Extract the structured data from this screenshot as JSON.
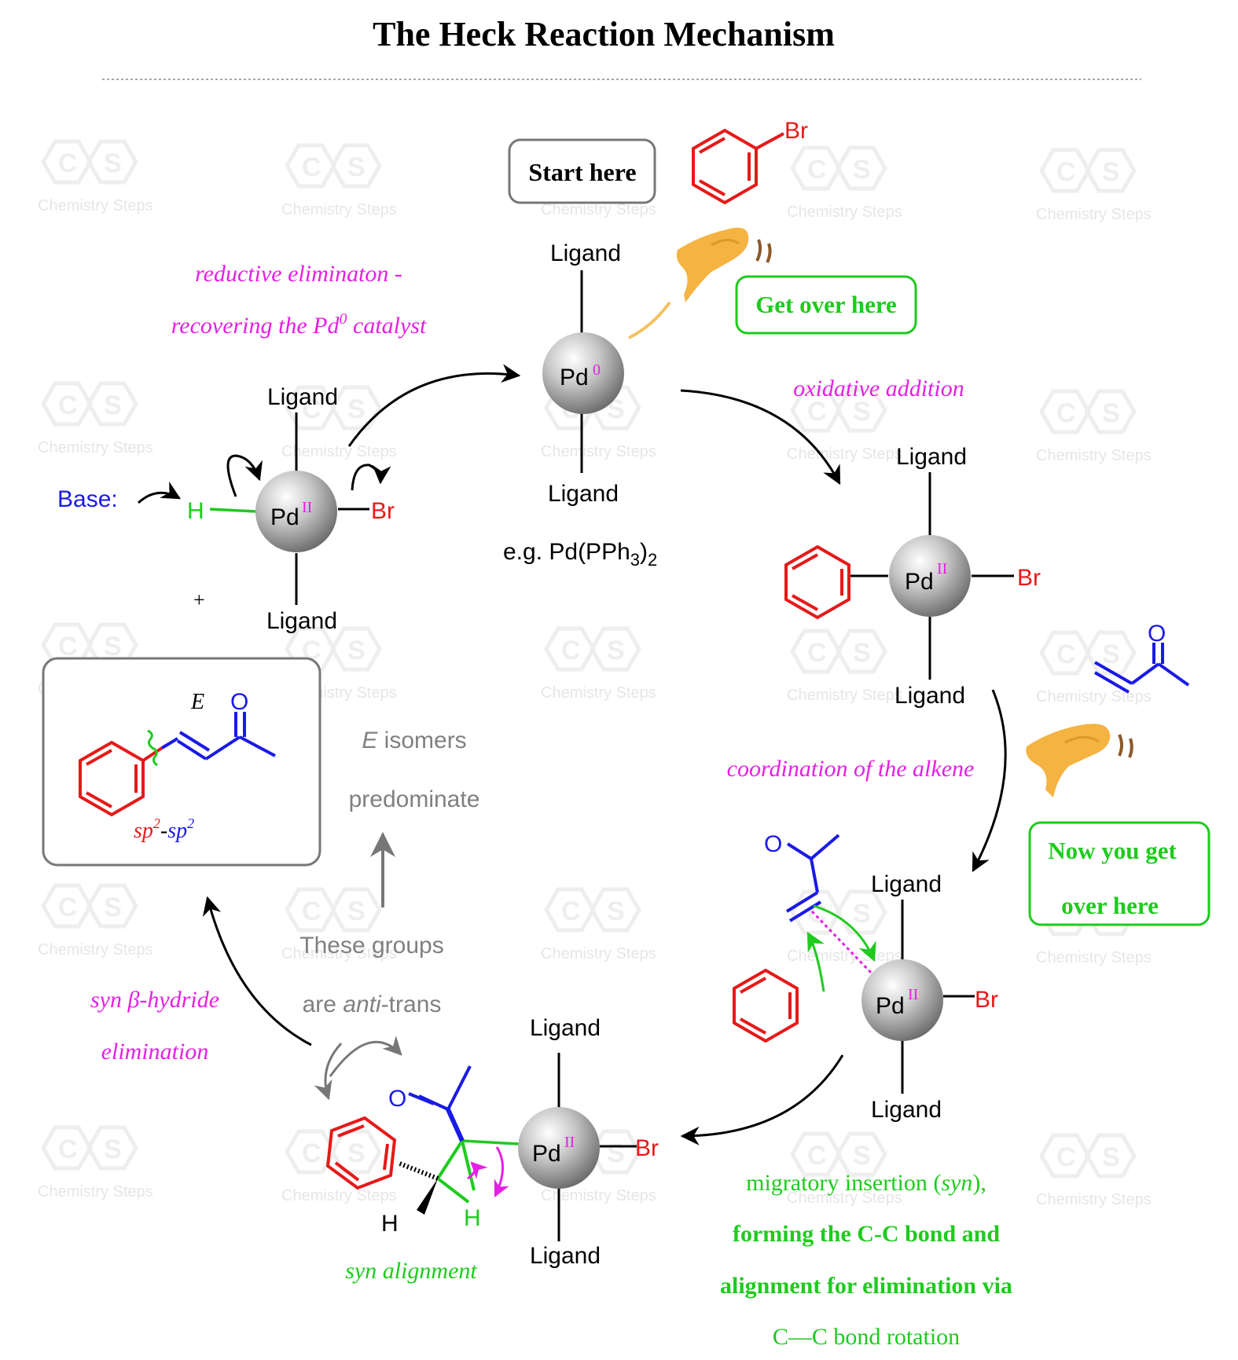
{
  "title": "The Heck Reaction Mechanism",
  "watermark": {
    "text": "Chemistry Steps",
    "letter_c": "C",
    "letter_s": "S"
  },
  "start_box": "Start here",
  "get_over_box": "Get over here",
  "now_you_get_box": {
    "line1": "Now you get",
    "line2": "over here"
  },
  "atoms": {
    "pd": "Pd",
    "ox0": "0",
    "ox2": "II",
    "br": "Br",
    "h": "H",
    "o": "O",
    "base": "Base:",
    "plus": "+",
    "ligand": "Ligand"
  },
  "catalyst_example": {
    "prefix": "e.g. Pd(PPh",
    "sub3": "3",
    "close": ")",
    "sub2": "2"
  },
  "labels": {
    "reductive_line1": "reductive eliminaton -",
    "reductive_line2_pre": "recovering the Pd",
    "reductive_sup": "0",
    "reductive_line2_post": " catalyst",
    "oxidative_addition": "oxidative addition",
    "coordination": "coordination of the alkene",
    "migratory_line1": "migratory insertion (",
    "migratory_syn": "syn",
    "migratory_close": "),",
    "migratory_line2": "forming the C-C bond and",
    "migratory_line3": "alignment for elimination via",
    "migratory_line4": "C—C bond rotation",
    "syn_alignment": "syn alignment",
    "syn_beta_line1": "syn β-hydride",
    "syn_beta_line2": "elimination",
    "these_groups": "These groups",
    "anti_trans_pre": "are ",
    "anti_trans_anti": "anti",
    "anti_trans_post": "-trans",
    "e_isomers_e": "E",
    "e_isomers_rest": " isomers",
    "predominate": "predominate"
  },
  "product_box": {
    "e_label": "E",
    "sp": "sp",
    "sup2": "2",
    "dash": "-"
  },
  "colors": {
    "magenta": "#e61ee6",
    "green": "#1ecb1e",
    "red": "#e61919",
    "blue": "#1a1ae6",
    "grey": "#808080",
    "orange": "#f5b342"
  }
}
